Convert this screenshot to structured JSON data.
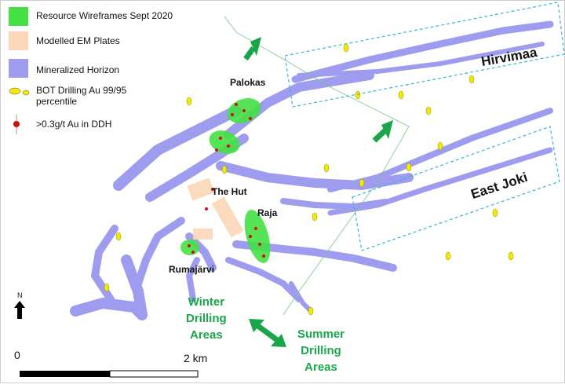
{
  "legend": [
    {
      "label": "Resource Wireframes Sept 2020",
      "color": "#44e044",
      "icon": "green-square"
    },
    {
      "label": "Modelled EM Plates",
      "color": "#fbd6b8",
      "icon": "peach-square"
    },
    {
      "label": "Mineralized Horizon",
      "color": "#9e9cee",
      "icon": "purple-square"
    },
    {
      "label": "BOT Drilling Au 99/95 percentile",
      "color": "#f2ea00",
      "icon": "yellow-lens"
    },
    {
      "label": ">0.3g/t Au in DDH",
      "color": "#cc1111",
      "icon": "red-dot"
    }
  ],
  "areas": {
    "hirvimaa": "Hirvimaa",
    "east_joki": "East Joki",
    "palokas": "Palokas",
    "the_hut": "The Hut",
    "raja": "Raja",
    "rumajarvi": "Rumajärvi"
  },
  "drilling": {
    "winter": [
      "Winter",
      "Drilling",
      "Areas"
    ],
    "summer": [
      "Summer",
      "Drilling",
      "Areas"
    ]
  },
  "north_arrow": "N",
  "scale": {
    "start": "0",
    "end": "2 km"
  },
  "colors": {
    "dashed_box": "#3ab4d8",
    "arrow_green": "#19a54a",
    "purple": "#9e9cee"
  }
}
